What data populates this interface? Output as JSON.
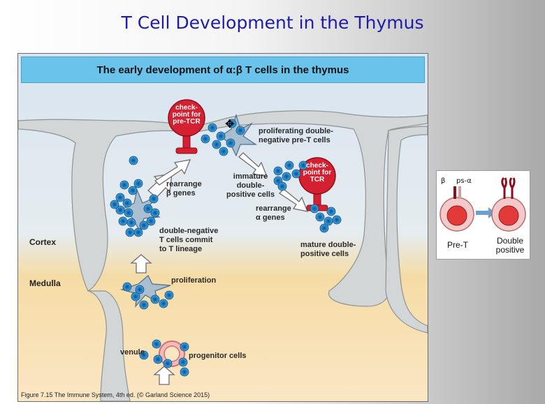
{
  "slide": {
    "title": "T Cell Development in the Thymus"
  },
  "figure": {
    "header": "The early development of α:β T cells in the thymus",
    "caption": "Figure 7.15 The Immune System, 4th ed. (© Garland Science 2015)",
    "zones": {
      "cortex": "Cortex",
      "medulla": "Medulla"
    },
    "checkpoint_pre_tcr": [
      "check-",
      "point for",
      "pre-TCR"
    ],
    "checkpoint_tcr": [
      "check-",
      "point for",
      "TCR"
    ],
    "labels": {
      "proliferating_dn": [
        "proliferating double-",
        "negative pre-T cells"
      ],
      "rearrange_beta": [
        "rearrange",
        "β genes"
      ],
      "immature_dp": [
        "immature",
        "double-",
        "positive cells"
      ],
      "rearrange_alpha": [
        "rearrange",
        "α genes"
      ],
      "dn_commit": [
        "double-negative",
        "T cells commit",
        "to T lineage"
      ],
      "mature_dp": [
        "mature double-",
        "positive cells"
      ],
      "proliferation": "proliferation",
      "venule": "venule",
      "progenitor": "progenitor cells"
    },
    "colors": {
      "cell": "#1a7fc2",
      "checkpoint": "#d42030",
      "stroma": "#d6d9d9",
      "cortex": "#dde7f2",
      "medulla": "#f6d9a2",
      "header": "#69c3ea"
    }
  },
  "inset": {
    "beta": "β",
    "ps_alpha": "ps-α",
    "pre_t": "Pre-T",
    "double_positive": [
      "Double",
      "positive"
    ]
  }
}
